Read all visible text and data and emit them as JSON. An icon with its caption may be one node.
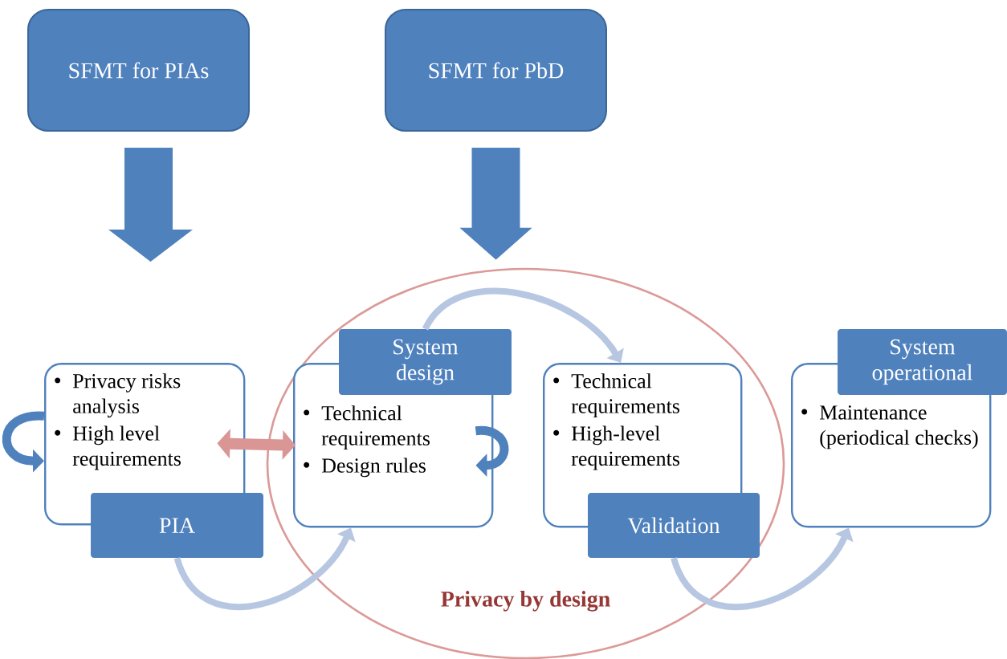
{
  "diagram": {
    "nodes": [
      {
        "text": [
          "SFMT for PIAs"
        ]
      },
      {
        "text": [
          "SFMT for PbD"
        ]
      },
      {
        "text": [
          "Privacy by design"
        ]
      },
      {
        "text": [
          "Privacy risks analysis",
          "High level requirements"
        ]
      },
      {
        "text": [
          "PIA"
        ]
      },
      {
        "text": [
          "Technical requirements",
          "Design rules"
        ],
        "in": 2
      },
      {
        "text": [
          "System design"
        ],
        "in": 2
      },
      {
        "text": [
          "Technical requirements",
          "High-level requirements"
        ],
        "in": 2
      },
      {
        "text": [
          "Validation"
        ],
        "in": 2
      },
      {
        "text": [
          "Maintenance (periodical checks)"
        ]
      },
      {
        "text": [
          "System operational"
        ]
      }
    ],
    "edges": [
      {
        "from": 0,
        "to": null,
        "arrow": "to",
        "style": "thick",
        "color": "#4f81bd"
      },
      {
        "from": 1,
        "to": 2,
        "arrow": "to",
        "style": "thick",
        "color": "#4f81bd"
      },
      {
        "from": 3,
        "to": 3,
        "arrow": "to",
        "color": "#4f81bd"
      },
      {
        "from": 3,
        "to": 5,
        "arrow": "both",
        "color": "#d99694"
      },
      {
        "from": 5,
        "to": 5,
        "arrow": "to",
        "color": "#4f81bd"
      },
      {
        "from": 4,
        "to": 5,
        "arrow": "to",
        "color": "#b7c7e2"
      },
      {
        "from": 6,
        "to": 7,
        "arrow": "to",
        "color": "#b7c7e2"
      },
      {
        "from": 8,
        "to": 9,
        "arrow": "to",
        "color": "#b7c7e2"
      }
    ]
  }
}
